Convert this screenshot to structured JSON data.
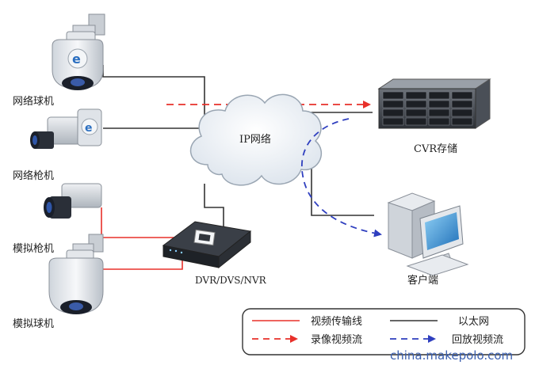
{
  "devices": {
    "network_dome": "网络球机",
    "network_gun": "网络枪机",
    "analog_gun": "模拟枪机",
    "analog_dome": "模拟球机",
    "cloud": "IP网络",
    "storage": "CVR存储",
    "recorder": "DVR/DVS/NVR",
    "client": "客户端"
  },
  "legend": {
    "video_line": "视频传输线",
    "ethernet": "以太网",
    "record_stream": "录像视频流",
    "playback_stream": "回放视频流"
  },
  "colors": {
    "video_line": "#e8302a",
    "ethernet": "#333333",
    "record_stream": "#e8302a",
    "playback_stream": "#2f3fbf"
  },
  "watermark": "china.makepolo.com"
}
